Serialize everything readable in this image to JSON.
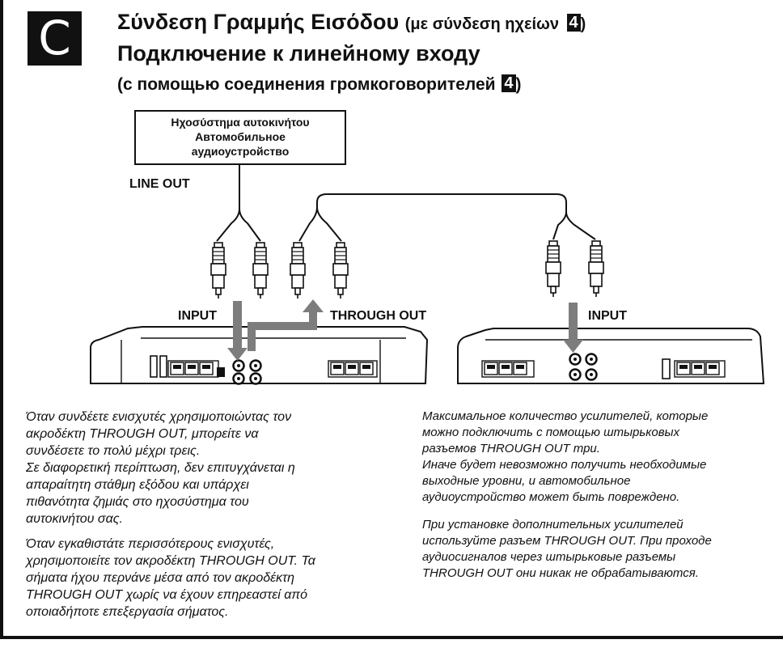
{
  "section_letter": "C",
  "title": {
    "greek": "Σύνδεση Γραμμής Εισόδου",
    "greek_sub": "(με σύνδεση ηχείων",
    "russian": "Подключение к линейному входу",
    "russian_sub": "(с помощью соединения громкоговорителей",
    "ref_number": "4",
    "close_paren": ")"
  },
  "diagram": {
    "device_lines": [
      "Ηχοσύστημα αυτοκινήτου",
      "Автомобильное",
      "аудиоустройство"
    ],
    "line_out": "LINE OUT",
    "input_left": "INPUT",
    "through_out": "THROUGH OUT",
    "input_right": "INPUT"
  },
  "greek_text": {
    "p1": [
      "Όταν συνδέετε ενισχυτές χρησιμοποιώντας τον",
      "ακροδέκτη THROUGH OUT, μπορείτε να",
      "συνδέσετε το πολύ μέχρι τρεις.",
      "Σε διαφορετική περίπτωση, δεν επιτυγχάνεται η",
      "απαραίτητη στάθμη εξόδου και υπάρχει",
      "πιθανότητα ζημιάς στο ηχοσύστημα του",
      "αυτοκινήτου σας."
    ],
    "p2": [
      "Όταν εγκαθιστάτε περισσότερους ενισχυτές,",
      "χρησιμοποιείτε τον ακροδέκτη THROUGH OUT. Τα",
      "σήματα ήχου περνάνε μέσα από τον ακροδέκτη",
      "THROUGH OUT χωρίς να έχουν επηρεαστεί από",
      "οποιαδήποτε επεξεργασία σήματος."
    ]
  },
  "russian_text": {
    "p1": [
      "Максимальное количество усилителей, которые",
      "можно подключить с помощью штырьковых",
      "разъемов THROUGH OUT три.",
      "Иначе будет невозможно получить необходимые",
      "выходные уровни, и автомобильное",
      "аудиоустройство может быть повреждено."
    ],
    "p2": [
      "При установке дополнительных усилителей",
      "используйте разъем THROUGH OUT. При проходе",
      "аудиосигналов через штырьковые разъемы",
      "THROUGH OUT они никак не обрабатываются."
    ]
  }
}
